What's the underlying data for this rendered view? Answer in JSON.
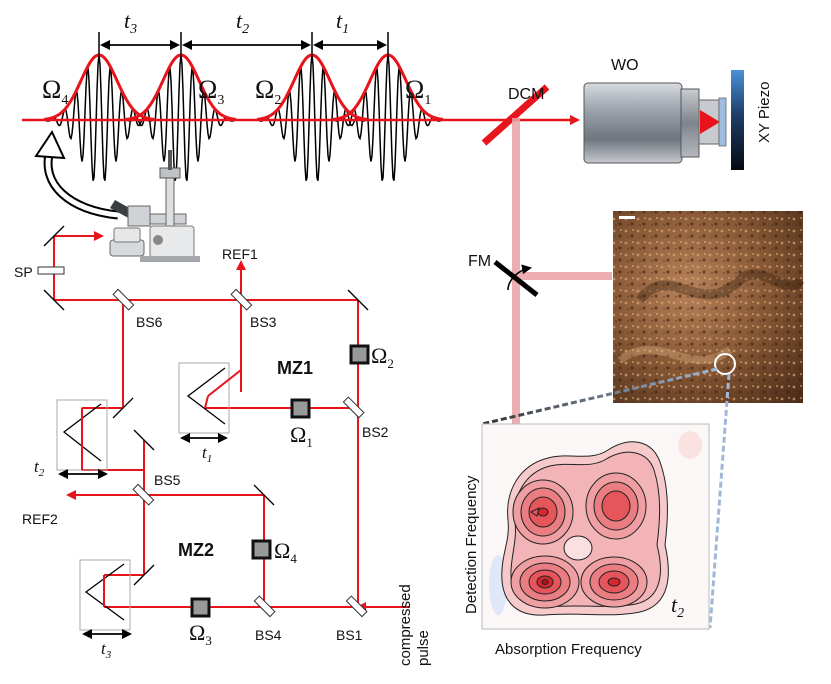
{
  "labels": {
    "t3": "t",
    "t3_sub": "3",
    "t2": "t",
    "t2_sub": "2",
    "t1": "t",
    "t1_sub": "1",
    "omega4": "Ω",
    "omega4_sub": "4",
    "omega3": "Ω",
    "omega3_sub": "3",
    "omega2": "Ω",
    "omega2_sub": "2",
    "omega1": "Ω",
    "omega1_sub": "1",
    "dcm": "DCM",
    "wo": "WO",
    "xy_piezo": "XY Piezo",
    "sp": "SP",
    "ref1": "REF1",
    "ref2": "REF2",
    "fm": "FM",
    "bs1": "BS1",
    "bs2": "BS2",
    "bs3": "BS3",
    "bs4": "BS4",
    "bs5": "BS5",
    "bs6": "BS6",
    "mz1": "MZ1",
    "mz2": "MZ2",
    "delay_t1": "t",
    "delay_t1_sub": "1",
    "delay_t2": "t",
    "delay_t2_sub": "2",
    "delay_t3": "t",
    "delay_t3_sub": "3",
    "compressed": "compressed",
    "pulse": "pulse",
    "detection_frequency": "Detection Frequency",
    "absorption_frequency": "Absorption Frequency",
    "plot_t": "t",
    "plot_t_sub": "2"
  },
  "colors": {
    "beam": "#e8141c",
    "fluorescence": "#e9a0a4",
    "black": "#000000"
  },
  "icons": {
    "microscope": "microscope-icon",
    "curved_arrow": "curved-arrow-icon"
  }
}
